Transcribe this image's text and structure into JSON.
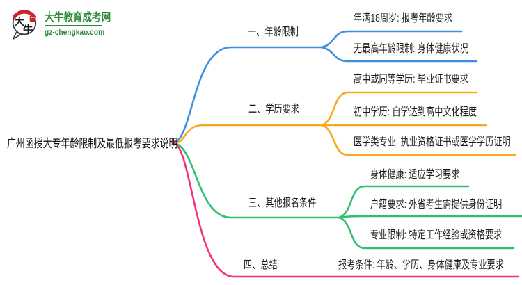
{
  "logo": {
    "icon_char_1": "大",
    "icon_char_2": "牛",
    "brand": "大牛教育成考网",
    "domain": "gz-chengkao.com",
    "brand_color": "#2e8b3c",
    "seal_color": "#c8262c"
  },
  "root": {
    "title": "广州函授大专年龄限制及最低报考要求说明"
  },
  "branches": [
    {
      "label": "一、年龄限制",
      "color": "#3d8de5",
      "children": [
        "年满18周岁: 报考年龄要求",
        "无最高年龄限制: 身体健康状况"
      ]
    },
    {
      "label": "二、学历要求",
      "color": "#f7a81d",
      "children": [
        "高中或同等学历: 毕业证书要求",
        "初中学历: 自学达到高中文化程度",
        "医学类专业: 执业资格证书或医学学历证明"
      ]
    },
    {
      "label": "三、其他报名条件",
      "color": "#2ec06f",
      "children": [
        "身体健康: 适应学习要求",
        "户籍要求: 外省考生需提供身份证明",
        "专业限制: 特定工作经验或资格要求"
      ]
    },
    {
      "label": "四、总结",
      "color": "#f5317f",
      "children": [
        "报考条件: 年龄、学历、身体健康及专业要求"
      ]
    }
  ]
}
